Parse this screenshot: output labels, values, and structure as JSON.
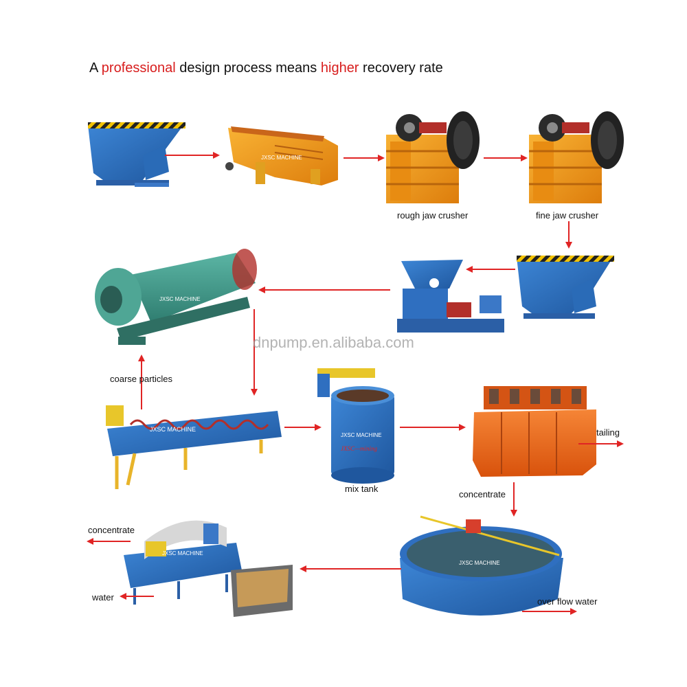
{
  "headline": {
    "part1": "A ",
    "highlight1": "professional",
    "part2": " design process means ",
    "highlight2": "higher",
    "part3": " recovery rate"
  },
  "watermark": "dnpump.en.alibaba.com",
  "brand_marks": {
    "machine": "JXSC MACHINE",
    "mining": "JXSC—mining"
  },
  "labels": {
    "rough_jaw_crusher": "rough jaw crusher",
    "fine_jaw_crusher": "fine jaw crusher",
    "coarse_particles": "coarse particles",
    "mix_tank": "mix tank",
    "tailing": "tailing",
    "concentrate_flotation": "concentrate",
    "concentrate_filter": "concentrate",
    "water": "water",
    "over_flow_water": "over flow water"
  },
  "colors": {
    "accent_red": "#d81e1e",
    "arrow_red": "#e02424",
    "machine_blue": "#2f6fc0",
    "crusher_orange": "#f29a17",
    "mill_green": "#3f9a8a",
    "flotation_orange": "#ef6a1c"
  }
}
